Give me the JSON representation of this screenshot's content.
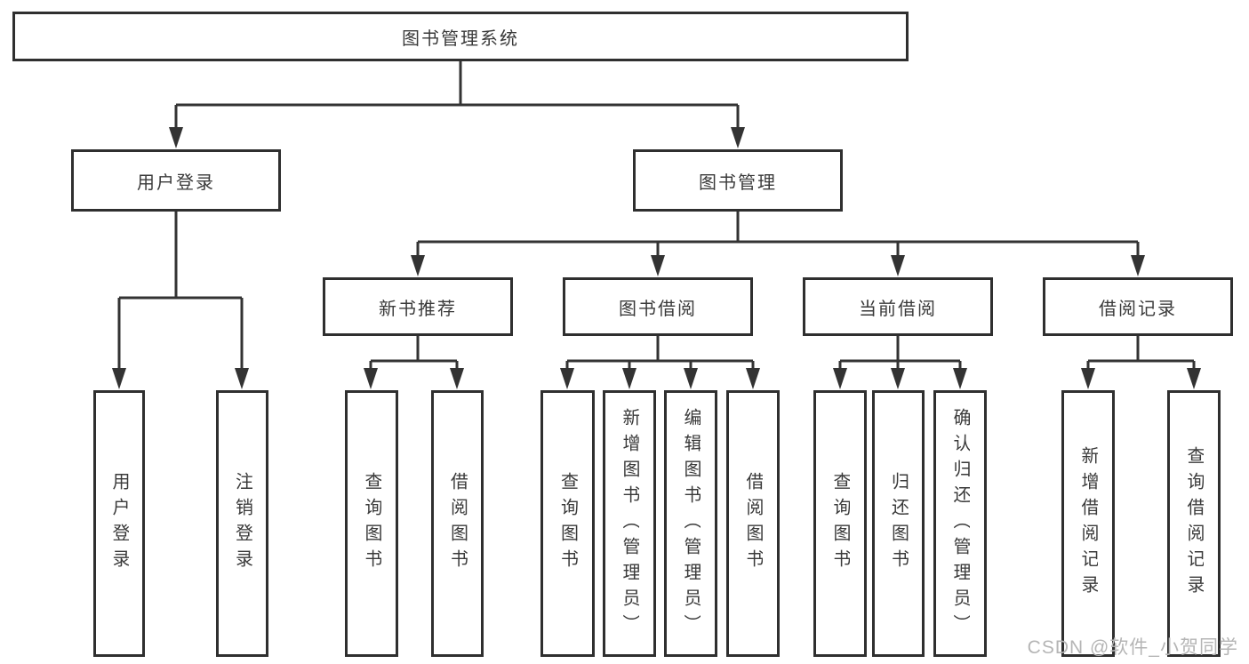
{
  "diagram_title": "图书管理系统",
  "tree": {
    "root": {
      "label": "图书管理系统",
      "children": [
        {
          "label": "用户登录",
          "children": [
            {
              "label": "用户登录"
            },
            {
              "label": "注销登录"
            }
          ]
        },
        {
          "label": "图书管理",
          "children": [
            {
              "label": "新书推荐",
              "children": [
                {
                  "label": "查询图书"
                },
                {
                  "label": "借阅图书"
                }
              ]
            },
            {
              "label": "图书借阅",
              "children": [
                {
                  "label": "查询图书"
                },
                {
                  "label": "新增图书（管理员）"
                },
                {
                  "label": "编辑图书（管理员）"
                },
                {
                  "label": "借阅图书"
                }
              ]
            },
            {
              "label": "当前借阅",
              "children": [
                {
                  "label": "查询图书"
                },
                {
                  "label": "归还图书"
                },
                {
                  "label": "确认归还（管理员）"
                }
              ]
            },
            {
              "label": "借阅记录",
              "children": [
                {
                  "label": "新增借阅记录"
                },
                {
                  "label": "查询借阅记录"
                }
              ]
            }
          ]
        }
      ]
    }
  },
  "watermark": "CSDN @软件_小贺同学",
  "colors": {
    "line": "#333333",
    "box_border": "#2f2f2f",
    "text": "#3a3a3a",
    "background": "#ffffff",
    "watermark": "#b5b5b5"
  }
}
